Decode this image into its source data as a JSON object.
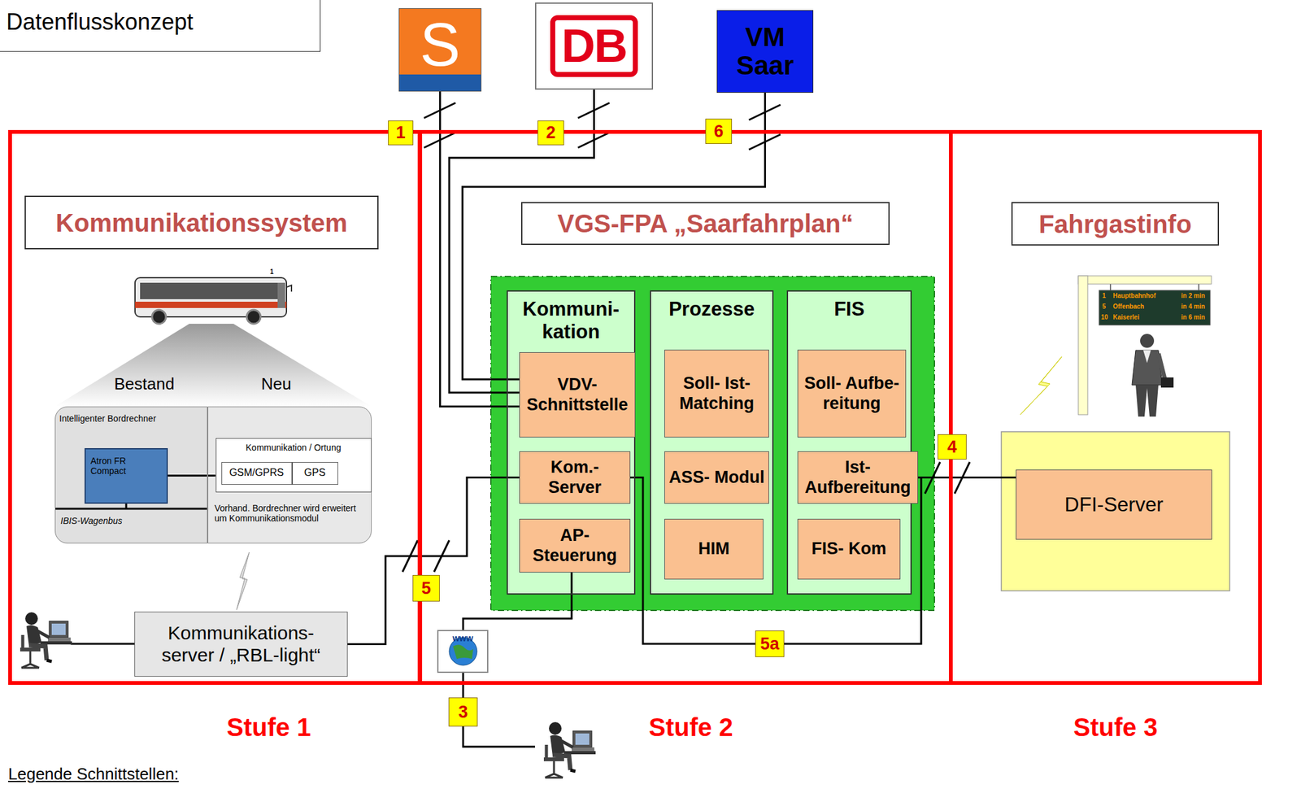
{
  "diagram": {
    "title": "Datenflusskonzept",
    "nodes": [
      {
        "text": [
          "S"
        ]
      },
      {
        "text": [
          "DB"
        ]
      },
      {
        "text": [
          "VM Saar"
        ]
      },
      {
        "text": [
          "Stufe 1"
        ]
      },
      {
        "text": [
          "Kommunikationssystem"
        ],
        "in": 3
      },
      {
        "text": [
          "Intelligenter Bordrechner",
          "IBIS-Wagenbus"
        ],
        "in": 3
      },
      {
        "text": [
          "Atron FR Compact"
        ],
        "in": 5
      },
      {
        "text": [
          "Vorhand. Bordrechner wird erweitert um Kommunikationsmodul"
        ],
        "in": 3
      },
      {
        "text": [
          "Kommunikation / Ortung"
        ],
        "in": 7
      },
      {
        "text": [
          "GSM/GPRS"
        ],
        "in": 8
      },
      {
        "text": [
          "GPS"
        ],
        "in": 8
      },
      {
        "text": [
          "Kommunikations- server / „RBL-light“"
        ],
        "in": 3
      },
      {
        "text": [
          "Stufe 2"
        ]
      },
      {
        "text": [
          "VGS-FPA „Saarfahrplan“"
        ],
        "in": 12
      },
      {
        "text": [
          "Kommuni- kation"
        ],
        "in": 12
      },
      {
        "text": [
          "VDV- Schnittstelle"
        ],
        "in": 14
      },
      {
        "text": [
          "Kom.- Server"
        ],
        "in": 14
      },
      {
        "text": [
          "AP- Steuerung"
        ],
        "in": 14
      },
      {
        "text": [
          "Prozesse"
        ],
        "in": 12
      },
      {
        "text": [
          "Soll- Ist- Matching"
        ],
        "in": 18
      },
      {
        "text": [
          "ASS- Modul"
        ],
        "in": 18
      },
      {
        "text": [
          "HIM"
        ],
        "in": 18
      },
      {
        "text": [
          "FIS"
        ],
        "in": 12
      },
      {
        "text": [
          "Soll- Aufbe- reitung"
        ],
        "in": 22
      },
      {
        "text": [
          "Ist- Aufbereitung"
        ],
        "in": 22
      },
      {
        "text": [
          "FIS- Kom"
        ],
        "in": 22
      },
      {
        "text": [
          "Stufe 3"
        ]
      },
      {
        "text": [
          "Fahrgastinfo"
        ],
        "in": 26
      },
      {
        "text": [
          "DFI-Server"
        ],
        "in": 26
      }
    ],
    "edges": [
      {
        "from": 0,
        "to": 15,
        "label": "1",
        "arrow": "none"
      },
      {
        "from": 1,
        "to": 15,
        "label": "2",
        "arrow": "none"
      },
      {
        "from": 2,
        "to": 15,
        "label": "6",
        "arrow": "none"
      },
      {
        "from": 11,
        "to": 16,
        "label": "5",
        "arrow": "none"
      },
      {
        "from": 16,
        "to": 24,
        "label": "5a",
        "arrow": "none"
      },
      {
        "from": 24,
        "to": 28,
        "label": "4",
        "arrow": "none"
      },
      {
        "from": 6,
        "to": 8,
        "arrow": "none"
      }
    ],
    "labels": [
      "Bestand",
      "Neu",
      "1",
      "1",
      "Hauptbahnhof",
      "in 2 min",
      "5",
      "Offenbach",
      "in 4 min",
      "10",
      "Kaiserlei",
      "in 6 min",
      "3",
      "www",
      "Legende Schnittstellen:"
    ]
  }
}
